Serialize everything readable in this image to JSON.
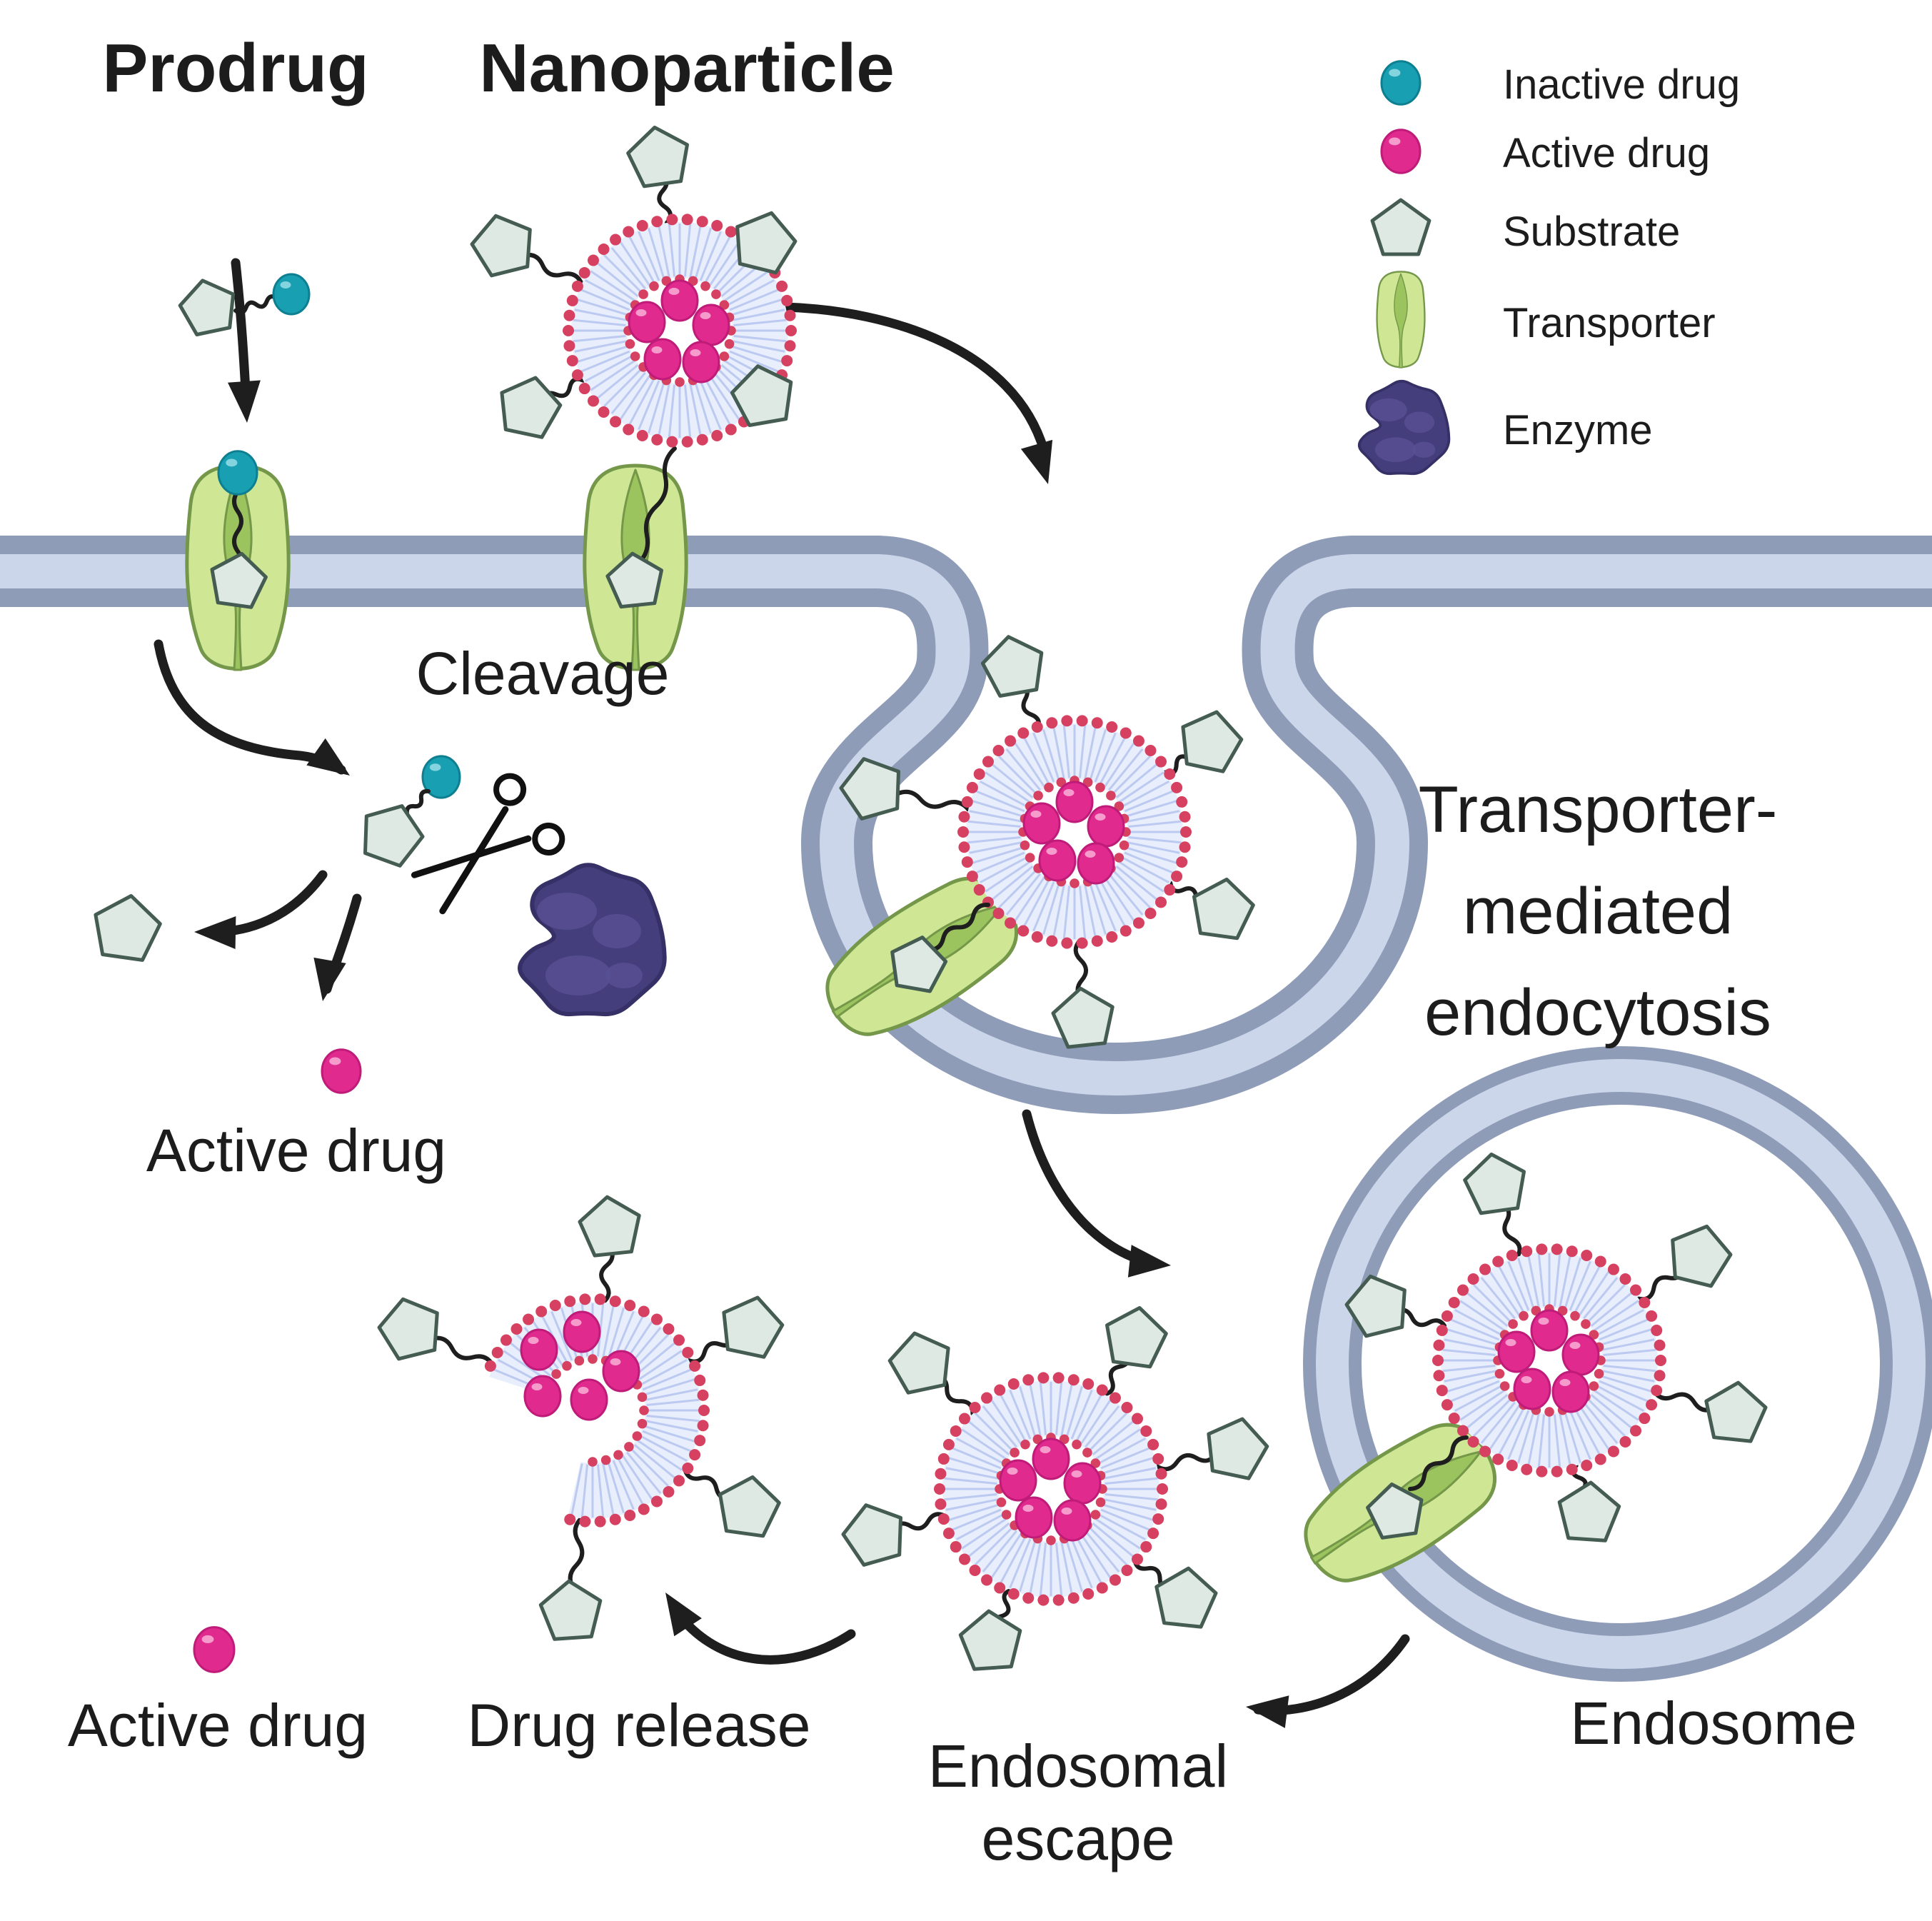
{
  "titles": {
    "prodrug": "Prodrug",
    "nanoparticle": "Nanoparticle"
  },
  "legend": {
    "items": [
      {
        "icon": "inactive-drug-icon",
        "label": "Inactive drug",
        "color": "#189fb2"
      },
      {
        "icon": "active-drug-icon",
        "label": "Active drug",
        "color": "#e02a8e"
      },
      {
        "icon": "substrate-icon",
        "label": "Substrate",
        "color": "#dfe9e4"
      },
      {
        "icon": "transporter-icon",
        "label": "Transporter",
        "color": "#cfe794"
      },
      {
        "icon": "enzyme-icon",
        "label": "Enzyme",
        "color": "#453e7d"
      }
    ]
  },
  "labels": {
    "cleavage": "Cleavage",
    "active_drug_upper": "Active drug",
    "tme_line1": "Transporter-",
    "tme_line2": "mediated",
    "tme_line3": "endocytosis",
    "active_drug_lower": "Active drug",
    "drug_release": "Drug release",
    "endosomal_escape_line1": "Endosomal",
    "endosomal_escape_line2": "escape",
    "endosome": "Endosome"
  },
  "colors": {
    "inactive": "#189fb2",
    "inactive_hi": "#8fd9e2",
    "inactive_stroke": "#0e7f90",
    "active": "#e02a8e",
    "active_hi": "#f7a8d3",
    "active_stroke": "#bf1b78",
    "substrate_fill": "#dfe9e4",
    "substrate_stroke": "#445c52",
    "transporter_light": "#cfe794",
    "transporter_mid": "#9cc45e",
    "transporter_stroke": "#74974a",
    "enzyme_fill": "#453e7d",
    "enzyme_patch": "#575094",
    "enzyme_stroke": "#353066",
    "membrane_dark": "#8e9cb8",
    "membrane_light": "#ccd6ea",
    "lipid_head": "#d64161",
    "lipid_tail": "#bccaf1",
    "lipid_zone": "#e8eefb",
    "ink": "#1e1e1e"
  }
}
